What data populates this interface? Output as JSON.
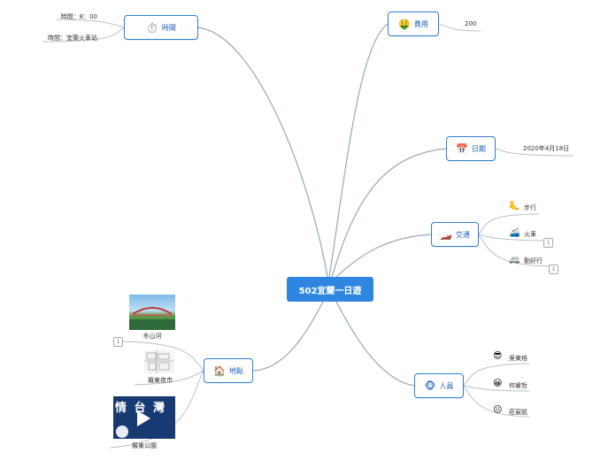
{
  "root": {
    "label": "502宜蘭一日遊"
  },
  "time": {
    "label": "時間",
    "icon": "stopwatch-icon",
    "leaves": [
      "時間：8：00",
      "時間：宜蘭火車站"
    ]
  },
  "cost": {
    "label": "費用",
    "icon": "money-mouth-face-icon",
    "leaves": [
      "200"
    ]
  },
  "date": {
    "label": "日期",
    "icon": "calendar-icon",
    "leaves": [
      "2020年4月18日"
    ]
  },
  "transport": {
    "label": "交通",
    "icon": "race-car-icon",
    "leaves": [
      {
        "text": "步行",
        "icon": "foot-icon"
      },
      {
        "text": "火車",
        "icon": "train-icon",
        "badge": "1"
      },
      {
        "text": "勤好行",
        "icon": "minibus-icon",
        "badge": "1"
      }
    ]
  },
  "people": {
    "label": "人員",
    "icon": "monkey-face-icon",
    "leaves": [
      {
        "text": "吳東格",
        "icon": "sunglasses-face-icon"
      },
      {
        "text": "何睿哲",
        "icon": "grinning-face-icon"
      },
      {
        "text": "莊宸凱",
        "icon": "neutral-face-icon"
      }
    ]
  },
  "places": {
    "label": "地點",
    "icon": "house-icon",
    "leaves": [
      {
        "caption": "冬山河",
        "image": "bridge-photo",
        "badge": "1"
      },
      {
        "caption": "羅東夜市",
        "image": "map-sketch"
      },
      {
        "caption": "羅東公園",
        "image": "video-thumbnail",
        "overlay": "情 台 灣"
      }
    ]
  },
  "colors": {
    "accent": "#2f7fd2",
    "root_bg": "#2f86e0",
    "link": "#9aa6b8"
  }
}
